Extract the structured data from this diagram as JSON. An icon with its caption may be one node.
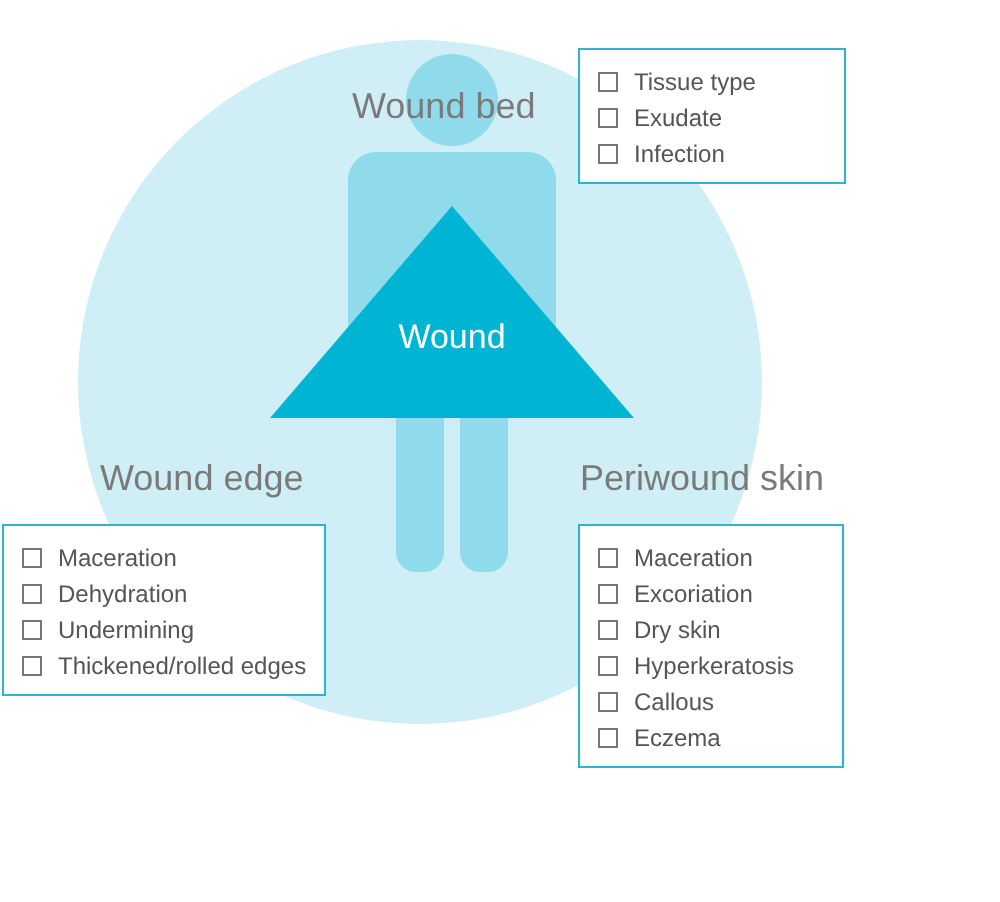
{
  "diagram": {
    "nodes": [
      {
        "text": [
          "Wound"
        ]
      },
      {
        "text": [
          "Tissue type",
          "Exudate",
          "Infection"
        ]
      },
      {
        "text": [
          "Wound edge",
          "Maceration",
          "Dehydration",
          "Undermining",
          "Thickened/rolled edges"
        ]
      },
      {
        "text": [
          "Periwound skin",
          "Maceration",
          "Excoriation",
          "Dry skin",
          "Hyperkeratosis",
          "Callous",
          "Eczema"
        ]
      }
    ],
    "labels": [
      "Wound bed"
    ]
  }
}
